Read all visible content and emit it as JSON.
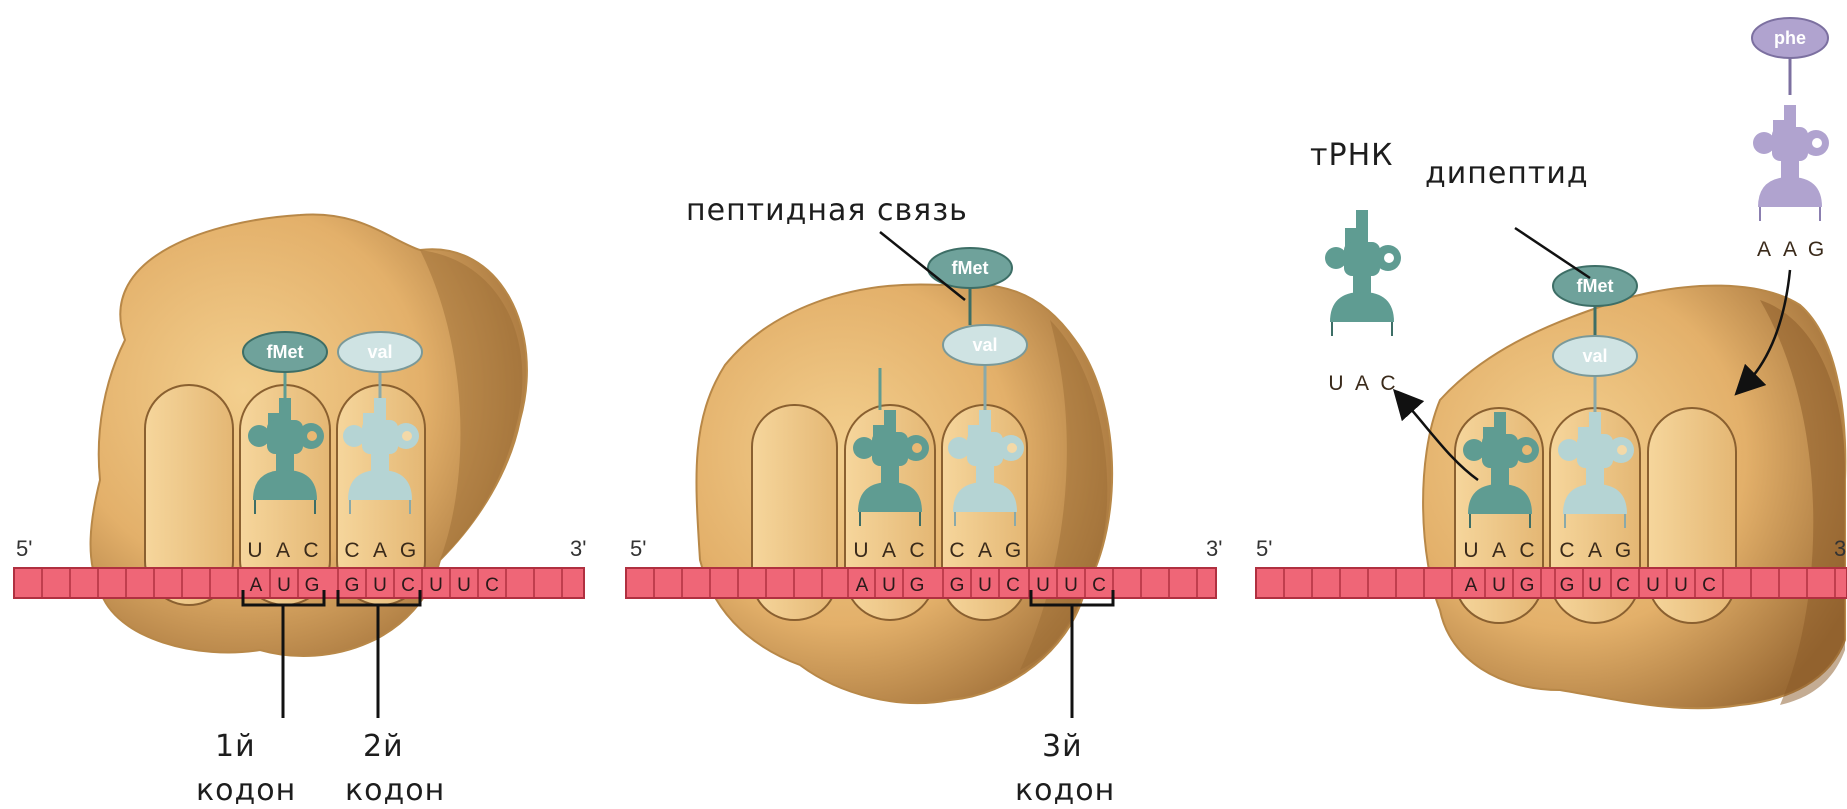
{
  "colors": {
    "ribosome": "#e8b873",
    "ribosome_shadow": "#a8783e",
    "mrna": "#ef6677",
    "trna_dark": "#5f9c92",
    "trna_light": "#b5d4d4",
    "trna_phe": "#b0a3cf",
    "amino_dark": "#6fa29b",
    "amino_light": "#cfe3e3"
  },
  "icons": [
    "ribosome",
    "mrna-strand",
    "trna-dark",
    "trna-light",
    "trna-phe"
  ],
  "panel1": {
    "five": "5'",
    "three": "3'",
    "aa1": "fMet",
    "aa2": "val",
    "anti1": [
      "U",
      "A",
      "C"
    ],
    "anti2": [
      "C",
      "A",
      "G"
    ],
    "codon1": [
      "A",
      "U",
      "G"
    ],
    "codon2": [
      "G",
      "U",
      "C"
    ],
    "codon3": [
      "U",
      "U",
      "C"
    ],
    "label1_line1": "1й",
    "label1_line2": "кодон",
    "label2_line1": "2й",
    "label2_line2": "кодон"
  },
  "panel2": {
    "five": "5'",
    "three": "3'",
    "aa1": "fMet",
    "aa2": "val",
    "peptide_bond": "пептидная связь",
    "anti1": [
      "U",
      "A",
      "C"
    ],
    "anti2": [
      "C",
      "A",
      "G"
    ],
    "codon1": [
      "A",
      "U",
      "G"
    ],
    "codon2": [
      "G",
      "U",
      "C"
    ],
    "codon3": [
      "U",
      "U",
      "C"
    ],
    "label3_line1": "3й",
    "label3_line2": "кодон"
  },
  "panel3": {
    "five": "5'",
    "three": "3",
    "aa1": "fMet",
    "aa2": "val",
    "aa3": "phe",
    "trna_label": "тРНК",
    "dipeptide": "дипептид",
    "free_anti": [
      "U",
      "A",
      "C"
    ],
    "incoming_anti": [
      "A",
      "A",
      "G"
    ],
    "anti1": [
      "U",
      "A",
      "C"
    ],
    "anti2": [
      "C",
      "A",
      "G"
    ],
    "codon1": [
      "A",
      "U",
      "G"
    ],
    "codon2": [
      "G",
      "U",
      "C"
    ],
    "codon3": [
      "U",
      "U",
      "C"
    ]
  }
}
